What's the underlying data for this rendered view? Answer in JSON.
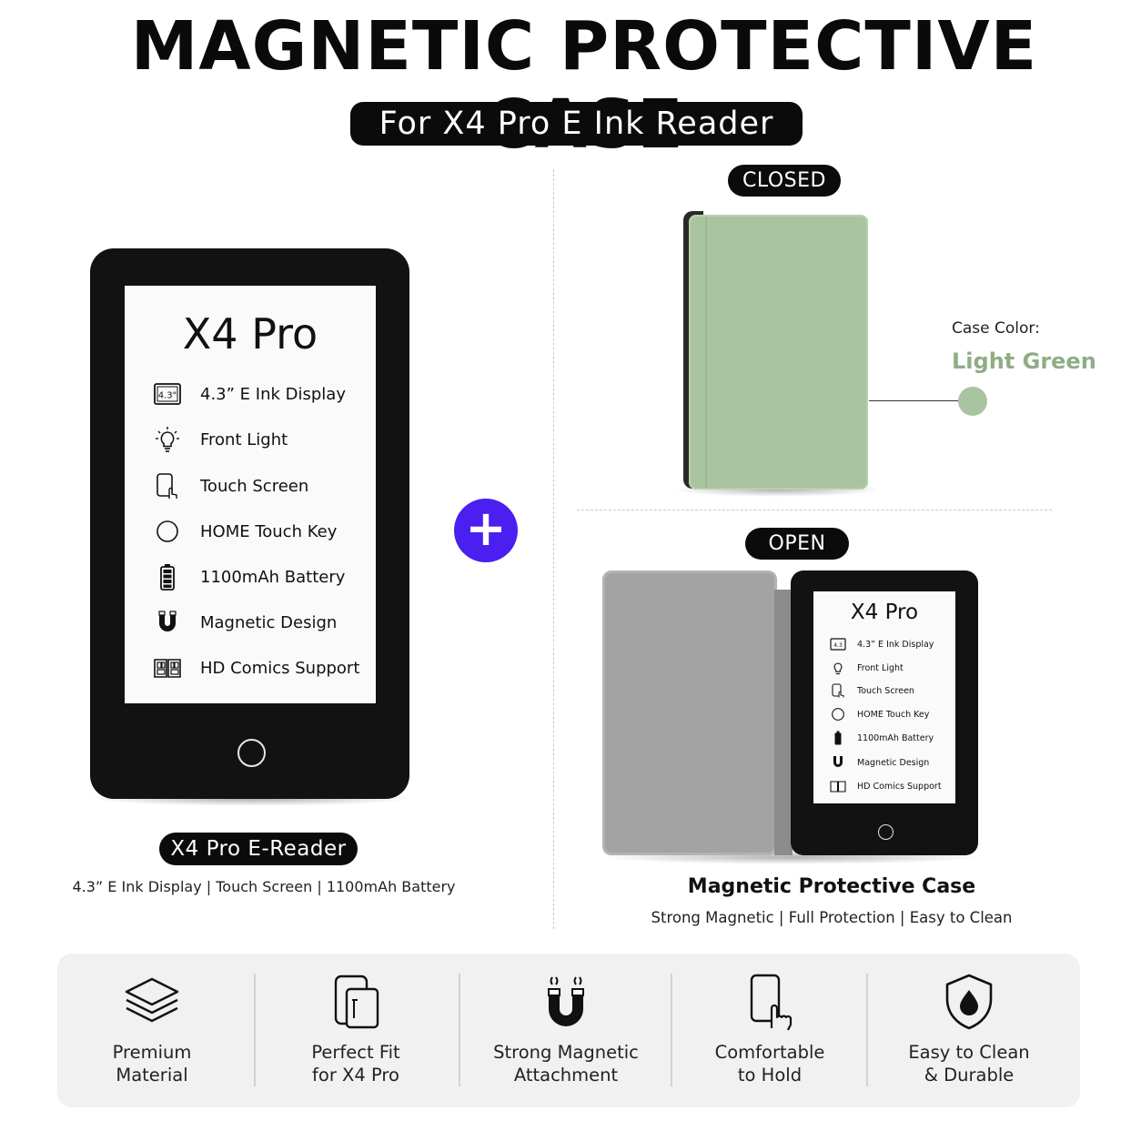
{
  "header": {
    "title": "MAGNETIC PROTECTIVE CASE",
    "subtitle": "For X4 Pro E Ink Reader"
  },
  "device": {
    "name": "X4 Pro",
    "features": [
      {
        "icon": "display-size-icon",
        "label": "4.3” E Ink Display"
      },
      {
        "icon": "light-bulb-icon",
        "label": "Front Light"
      },
      {
        "icon": "touch-screen-icon",
        "label": "Touch Screen"
      },
      {
        "icon": "home-circle-icon",
        "label": "HOME Touch Key"
      },
      {
        "icon": "battery-icon",
        "label": "1100mAh Battery"
      },
      {
        "icon": "magnet-icon",
        "label": "Magnetic Design"
      },
      {
        "icon": "comic-book-icon",
        "label": "HD Comics Support"
      }
    ],
    "display_badge": "4.3\""
  },
  "ereader": {
    "label": "X4 Pro E-Reader",
    "subtitle": "4.3” E Ink Display | Touch Screen | 1100mAh Battery"
  },
  "closed": {
    "label": "CLOSED",
    "case_color_label": "Case Color:",
    "case_color_value": "Light Green",
    "case_color_hex": "#a9c4a0"
  },
  "open": {
    "label": "OPEN",
    "device_name": "X4 Pro",
    "features": [
      {
        "icon": "display-size-icon",
        "label": "4.3” E Ink Display"
      },
      {
        "icon": "light-bulb-icon",
        "label": "Front Light"
      },
      {
        "icon": "touch-screen-icon",
        "label": "Touch Screen"
      },
      {
        "icon": "home-circle-icon",
        "label": "HOME Touch Key"
      },
      {
        "icon": "battery-icon",
        "label": "1100mAh Battery"
      },
      {
        "icon": "magnet-icon",
        "label": "Magnetic Design"
      },
      {
        "icon": "comic-book-icon",
        "label": "HD Comics Support"
      }
    ]
  },
  "case": {
    "title": "Magnetic Protective Case",
    "subtitle": "Strong Magnetic | Full Protection | Easy to Clean"
  },
  "bottom_features": [
    {
      "icon": "layers-icon",
      "line1": "Premium",
      "line2": "Material"
    },
    {
      "icon": "phone-fit-icon",
      "line1": "Perfect Fit",
      "line2": "for X4 Pro"
    },
    {
      "icon": "magnet-icon",
      "line1": "Strong Magnetic",
      "line2": "Attachment"
    },
    {
      "icon": "hand-hold-icon",
      "line1": "Comfortable",
      "line2": "to Hold"
    },
    {
      "icon": "shield-drop-icon",
      "line1": "Easy to Clean",
      "line2": "& Durable"
    }
  ],
  "colors": {
    "accent": "#4a1ff0",
    "case_green": "#a9c4a0",
    "case_green_text": "#8fad86",
    "device_black": "#121212"
  }
}
